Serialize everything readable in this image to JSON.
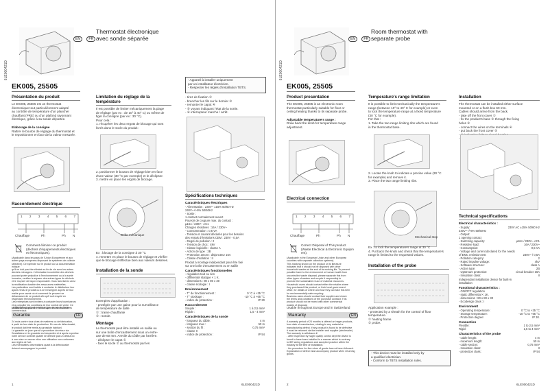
{
  "fr": {
    "lang_badges": [
      "EN",
      "FR"
    ],
    "title": "Thermostat électronique\navec sonde séparée",
    "vertical_code": "6LE000421D",
    "model": "EK005, 25505",
    "presentation": {
      "heading": "Présentation du produit",
      "body": "Le EK005, 25505 est un thermostat\nélectronique tout particulièrement adapté\nau contrôle de température d'un plancher\nchauffant (PRE) ou d'un plafond rayonnant\nélectrique, grâce à sa sonde déportée.",
      "sub": "Elaborage de la consigne",
      "sub_body": "Rattrer le bouton de réglage du thermostat et\nle repositionner en face de la valeur mesurée."
    },
    "limitation": {
      "heading": "Limitation du réglage de la température",
      "body": "Il est possible de limiter mécaniquement la plage\nde réglage (par ex : de 10° à 40° C) ou même de\nfiger la consigne (par ex : 30 °C).\nPour cela :\n1. récupérer les deux ergots de blocage qui sont\n   livrés dans le socle du produit :",
      "step2": "2. positionner le bouton de réglage bien en face\n   d'une valeur (30 °C par exemple) et le déclipser.\n3. mettre en place les ergots de blocage.",
      "example": "Ex : blocage de la consigne à 30 °C\n4. remettre en place le bouton de réglage et vérifier\n   que le blocage s'effectue bien aux valeurs désirées.",
      "bolt_label": "Boîte mécanique"
    },
    "raccordement": {
      "heading": "Raccordement électrique",
      "labels": [
        "Chauffage",
        "Ph",
        "Ph",
        "N"
      ]
    },
    "recycle_text": "Comment éliminer ce produit\n(déchets d'équipements électriques\net électroniques).",
    "recycle_body": "(Applicable dans les pays de l'Union Européenne et aux\nautres pays européens disposant de systèmes de collecte\nsélective). Ce symbole sur le produit ou sa documentation indique\nqu'il ne doit pas être éliminé en fin de vie avec les autres\ndéchets ménagers. L'élimination incontrôlée des déchets\npouvant porter préjudice à l'environnement ou à la santé\nhumaine, veuillez le séparer des autres types de déchets\net le recycler de façon responsable. Vous favoriserez ainsi\nla réutilisation durable des ressources matérielles.\nLes particuliers sont invités à contacter le distributeur leur\nayant vendu le produit ou à se renseigner auprès de leur\nmairie pour savoir où et comment ils peuvent se\ndébarrasser de ce produit afin qu'il soit recyclé en\nrespectant l'environnement.\nLes entreprises sont invitées à contacter leurs fournisseurs\net à consulter les conditions de leur contrat de vente. Ce\nproduit ne doit pas être éliminé avec les autres déchets\ncommerciaux.",
    "eu_line": "Utilisable partout en Europe    et en Suisse",
    "garantie": {
      "label": "Garantie",
      "badge": "FR",
      "body": "24 mois contre tous vices de matières ou de fabrication,\nà partir de leur date de production. En cas de défectuosité,\nle produit doit être remis au grossiste habituel.\nLa garantie ne joue que si la procédure de retour via\nl'installateur et le grossiste est respectée et si après expertise\nnotre service contrôle qualité ne détecte pas un défaut dû\nà une mise en œuvre et/ou une utilisation non conformes\naux règles de l'art.\nLes éventuelles observations quant à la défectuosité\ndoivent accompagner le produit."
    },
    "caution": [
      "- Appareil à installer uniquement",
      "  par un installateur électricien.",
      "- Respecter les règles d'installation TBTS."
    ],
    "install_steps": "- tirez de fixation ②\n- brancher les fils sur le bornier ③\n- remonter le capot ④\n- ⑤ voyant indiquant l'état de la sortie.\n- ⑥ interrupteur marche / arrêt.",
    "specs": {
      "heading": "Spécifications techniques",
      "elec_head": "Caractéristiques électriques",
      "elec": "- Alimentation : 230V~ ±15% 50/60 Hz\n  240V~+/-6% 50/60Hz\n- Sortie :\n  1 contact normalement ouvert\n  Pouvoir de coupure max. du contact :\n  µ16A / 230V~ AC1\n  Charges résistives : 16A / 230V~\n- Consommation : 0,5 VA\n- Tension et courant déclarés pour les besoins\n  des essais d'émissions CEM : 230V - 0,5A\n- Degré de pollution : 2\n- Tension de choc : 4kV\n- Classe logicielle : classe A\n- Action de type : 2B\n- Protection amont : disjoncteur 16A\n- Classe d'isolation : II",
      "elec_note": "Produit à montage indépendant pour être fixé\nsur une boîte d'encastrement ou en saillie",
      "func_head": "Caractéristiques fonctionnelles",
      "func": "- régulation tout ou rien\n- différentiel statique < 1 K.\n- dimensions : 80 x 80 x 30\n- classe écologie : I",
      "env_head": "Environnement",
      "env": [
        [
          "- T° de fonctionnement :",
          "0 °C à +35 °C"
        ],
        [
          "- T° stockage :",
          "-10 °C à +65 °C"
        ],
        [
          "- indice de protection :",
          "IP 30"
        ]
      ],
      "racc_head": "Raccordement",
      "racc": [
        [
          "Souple :",
          "1 à 2,5 mm²"
        ],
        [
          "Rigide :",
          "1,5 - 4 mm²"
        ]
      ],
      "sonde_head": "Caractéristiques de la sonde",
      "sonde": [
        [
          "- longueur du câble :",
          "4 m"
        ],
        [
          "- longueur max :",
          "50 m"
        ],
        [
          "- section du fil :",
          "0,75 mm²"
        ],
        [
          "- classe II",
          ""
        ],
        [
          "- indice de protection :",
          "IP 54"
        ]
      ]
    },
    "install_sonde": {
      "heading": "Installation de la sonde",
      "examples": "Exemples d'application :\n- protégée par une gaine pour la surveillance\n  de température de dalle\n  ① : trame chauffante\n  ② : sonde.",
      "montage_head": "Montage",
      "montage": "Le thermostat peut être installé en saillie ou\nsur une boîte d'encastrement sous un entre-\naxe de 60 mm. Amvile du côble par l'arrière.\n- déclipser le capot ①\n- fixer le socle ② au thermostat par les"
    },
    "page_no": "1",
    "page_code": "6LE000421D"
  },
  "en": {
    "lang_badges": [
      "EN",
      "FR"
    ],
    "title": "Room thermostat with\nseparate probe",
    "vertical_code": "6LE000421D",
    "model": "EK005, 25505",
    "presentation": {
      "heading": "Product presentation",
      "body": "The EK005, 25505 is an electronic room\nthermostat particularly suitable for floor or\nceiling heating thanks to its separate probe.",
      "sub": "Adjustable temperature's range :",
      "sub_body": "Draw back the knob for temperature range\nadjustment."
    },
    "limitation": {
      "heading": "Temperature's range limitation",
      "body": "It is possible to limit mechanically the temperature's\nrange (between 10° to 40° C for example) or even\nto lock the temperature range at a fixed temperature\n(30 °C for example).\nFor that :\n1. Take the two range limiting ribs which are found\n   in the thermostat base.",
      "step2": "2. Locate the knob to indicate a precise value (30 °C\n   for example) and remove it.\n3. Place the two range limiting ribs.",
      "example": "Ex : to lock the temperature's range at 30 °C\n4. Put back the knob and check that the temperature's\n   range is limited to the requested values.",
      "bolt_label": "Mechanical stop"
    },
    "raccordement": {
      "heading": "Electrical connection",
      "labels": [
        "Chauffage",
        "Ph",
        "Ph",
        "N"
      ]
    },
    "recycle_text": "Correct Disposal of This product\n(Waste Electrical & Electronic Equipm\nent).",
    "recycle_body": "(Applicable in the European Union and other European\ncountries with separate collection systems).\nThis marking shown on the product or its literature\nindicates that it should not be disposed with other\nhousehold wastes at the end of its working life. To prevent\npossible harm to the environment or human health from\nuncontrolled waste disposal, please separate this from\nother types of wastes and recycle it responsibly to\npromote the sustainable reuse of material resources.\nHousehold users should contact either the retailer where\nthey purchased this product, or their local government\noffice, for details of where and how they can take this item\nfor environmentally safe recycling.\nBusiness users should contact their supplier and check\nthe terms and conditions of the purchase contract. This\nproduct should not be mixed with other commercial\nwastes of disposal.",
    "eu_line": "Usable throughout Europe    and in Switzerland",
    "garantie": {
      "label": "Warranty",
      "badge": "EN",
      "body": "A warranty period of 24 months is offered on hager products,\nfrom date of manufacture, relating to any material or\nmanufacturing defect. If any product is found to be defective\nit must be returned via the installer and supplier (wholesaler).\nThe warranty is withdrawn if:\n- after inspection by hager quality control dept the device is\nfound to have been installed in a manner which is contrary\nto IEE wiring regulations and accepted practice within the\nindustry at the time of installation.\n- the procedure for the return of goods has not been followed.\nExplanation of defect must accompany product when returning goods."
    },
    "caution": [
      "- This device must be installed only by",
      "  a qualified electrician.",
      "- Conform to TBTS installation rules."
    ],
    "install_steps": "The thermostat can be installed either surface\nmounted or on a flush box 60 mm.\nCables should arrive from the back.\n- take off the front cover ①\n- fix the product's base ② through the fixing\n  holes ③\n- connect the wires on the terminals ④\n- put back the front cover ⑤\n- ⑥ indicating light to signal heating.\n- ⑦ switch ON/OFF.",
    "install_head": "Installation",
    "specs": {
      "heading": "Technical specifications",
      "elec_head": "Electrical characteristics :",
      "elec": [
        [
          "- Supply:",
          "230V AC ±15% 50/60 Hz"
        ],
        [
          "  240V~+/-6% 50/60Hz",
          ""
        ],
        [
          "- Output:",
          ""
        ],
        [
          "  1 opening contact",
          ""
        ],
        [
          "- Switching capacity:",
          "µ16A / 230V~ AC1"
        ],
        [
          "- Resistive load:",
          "16A / 230V~"
        ],
        [
          "- Consumption:",
          "0,5 VA"
        ],
        [
          "- Voltage and current declared for the needs",
          ""
        ],
        [
          "  of EMC emission test",
          "230V~ / 0,5A"
        ],
        [
          "- Pollution category:",
          "2"
        ],
        [
          "- Rated impulse voltage:",
          "4kV"
        ],
        [
          "- Software structure:",
          "class A"
        ],
        [
          "- Action type:",
          "2B"
        ],
        [
          "- Upstream protection:",
          "circuit breaker 16A"
        ],
        [
          "- Insulation class:",
          "II"
        ]
      ],
      "elec_note": "Independant installation device for built-in\ninstallation",
      "func_head": "Functional characteristics :",
      "func": "- ON/OFF regulation\n- static differential < 1K.\n- dimensions : 80 x 80 x 30\n- Ecodesign class : I",
      "env_head": "Environment",
      "env": [
        [
          "- Operating temperature:",
          "0 °C to +35 °C"
        ],
        [
          "- Storage temperature:",
          "-10 °C to +65 °C"
        ],
        [
          "- Protection degree:",
          "IP 30."
        ]
      ],
      "racc_head": "Connection",
      "racc": [
        [
          "Flexible:",
          "1 to 2,5 mm²"
        ],
        [
          "Rigid:",
          "1,5 to 4 mm²"
        ]
      ],
      "sonde_head": "Characteristics of the probe",
      "sonde": [
        [
          "- cable length:",
          "4 m"
        ],
        [
          "- maximum length:",
          "50 m"
        ],
        [
          "- cable section:",
          "0,75 mm²"
        ],
        [
          "- Insulation class:",
          "II"
        ],
        [
          "- protection class:",
          "IP 54"
        ]
      ]
    },
    "install_sonde": {
      "heading": "Installation of the probe",
      "examples": "Application example :\n- protected by a sheath for the control of floor\n  temperature.\n  ① heating frame\n  ② probe."
    },
    "page_no": "2",
    "page_code": "6LE000421D"
  },
  "terminals": [
    "1",
    "2",
    "3",
    "4",
    "5",
    "6",
    "7"
  ]
}
